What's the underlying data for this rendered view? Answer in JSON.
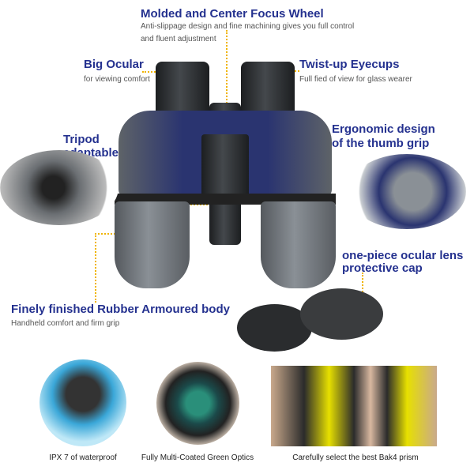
{
  "features": {
    "focus_wheel": {
      "title": "Molded and Center Focus Wheel",
      "desc1": "Anti-slippage design and fine machining gives you full control",
      "desc2": "and fluent adjustment"
    },
    "big_ocular": {
      "title": "Big Ocular",
      "desc": "for viewing comfort"
    },
    "eyecups": {
      "title": "Twist-up Eyecups",
      "desc": "Full fied of view for glass wearer"
    },
    "tripod": {
      "title1": "Tripod",
      "title2": "adaptable"
    },
    "thumb_grip": {
      "title1": "Ergonomic design",
      "title2": "of the thumb grip"
    },
    "lens_cap": {
      "title1": "one-piece ocular lens",
      "title2": "protective cap"
    },
    "body": {
      "title": "Finely finished Rubber Armoured body",
      "desc": "Handheld comfort and firm grip"
    }
  },
  "bottom_captions": [
    "IPX 7 of waterproof",
    "Fully Multi-Coated Green Optics",
    "Carefully select the best Bak4 prism"
  ],
  "colors": {
    "heading": "#24318f",
    "leader": "#f0b400",
    "body_blue": "#27316b",
    "body_gray": "#707579"
  }
}
